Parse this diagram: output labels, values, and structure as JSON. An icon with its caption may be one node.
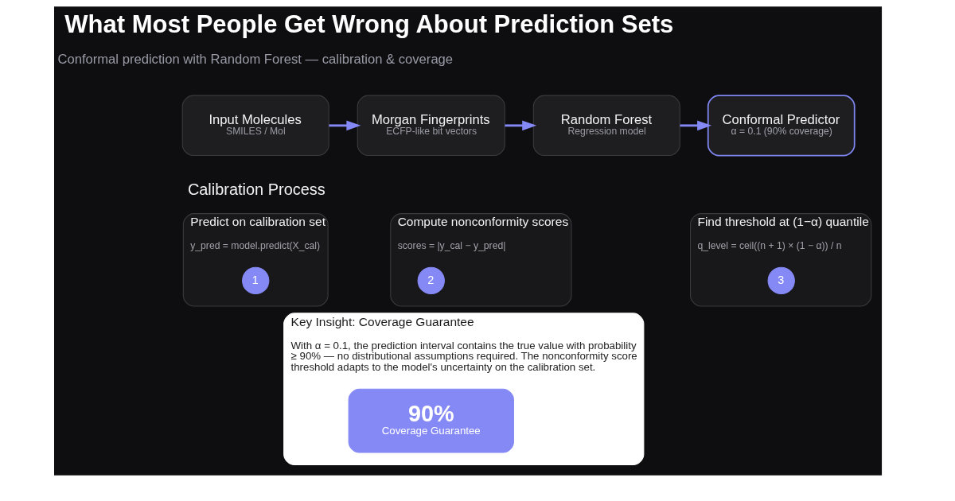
{
  "diagram": {
    "title": "What Most People Get Wrong About Prediction Sets",
    "nodes": [
      {
        "text": [
          "Input Molecules",
          "SMILES / Mol"
        ]
      },
      {
        "text": [
          "Morgan Fingerprints",
          "ECFP-like bit vectors"
        ]
      },
      {
        "text": [
          "Random Forest",
          "Regression model"
        ]
      },
      {
        "text": [
          "Conformal Predictor",
          "α = 0.1 (90% coverage)"
        ]
      },
      {
        "text": [
          "Predict on calibration set",
          "y_pred = model.predict(X_cal)"
        ]
      },
      {
        "text": [
          "1"
        ],
        "in": 4
      },
      {
        "text": [
          "Compute nonconformity scores",
          "scores = |y_cal − y_pred|"
        ]
      },
      {
        "text": [
          "2"
        ],
        "in": 6
      },
      {
        "text": [
          "Find threshold at (1−α) quantile",
          "q_level = ceil((n + 1) × (1 − α)) / n"
        ]
      },
      {
        "text": [
          "3"
        ],
        "in": 8
      },
      {
        "text": [
          "Key Insight: Coverage Guarantee",
          "With α = 0.1, the prediction interval contains the true value with probability ≥ 90% — no distributional assumptions required. The nonconformity score threshold adapts to the model's uncertainty on the calibration set."
        ]
      },
      {
        "text": [
          "90%",
          "Coverage Guarantee"
        ],
        "in": 10
      }
    ],
    "edges": [
      {
        "from": 0,
        "to": 1,
        "arrow": "to"
      },
      {
        "from": 1,
        "to": 2,
        "arrow": "to"
      },
      {
        "from": 2,
        "to": 3,
        "arrow": "to"
      }
    ],
    "labels": [
      "Conformal prediction with Random Forest — calibration & coverage",
      "Calibration Process"
    ]
  }
}
